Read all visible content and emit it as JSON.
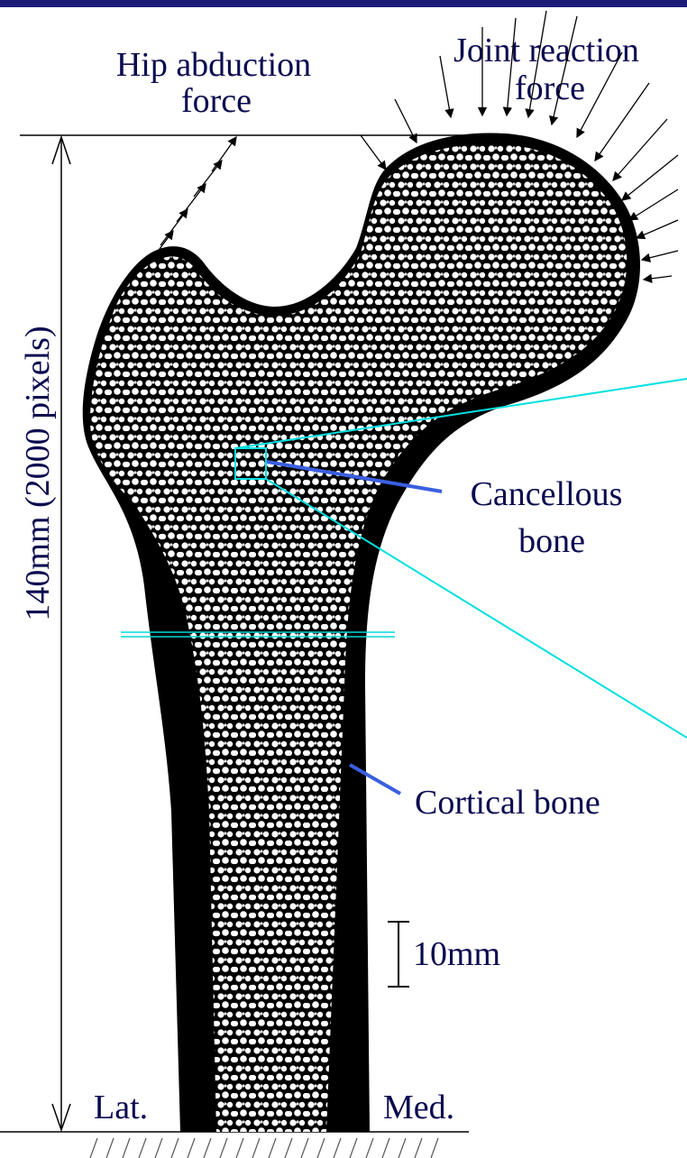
{
  "labels": {
    "hip_abduction_line1": "Hip abduction",
    "hip_abduction_line2": "force",
    "joint_reaction_line1": "Joint reaction",
    "joint_reaction_line2": "force",
    "height_dimension": "140mm (2000 pixels)",
    "cancellous_line1": "Cancellous",
    "cancellous_line2": "bone",
    "cortical": "Cortical bone",
    "scale_bar": "10mm",
    "lateral": "Lat.",
    "medial": "Med."
  },
  "colors": {
    "header_bar": "#1c1c78",
    "text": "#0a0a50",
    "leader_line": "#3a5fe0",
    "zoom_line": "#00e0e0",
    "bone": "#000000"
  }
}
